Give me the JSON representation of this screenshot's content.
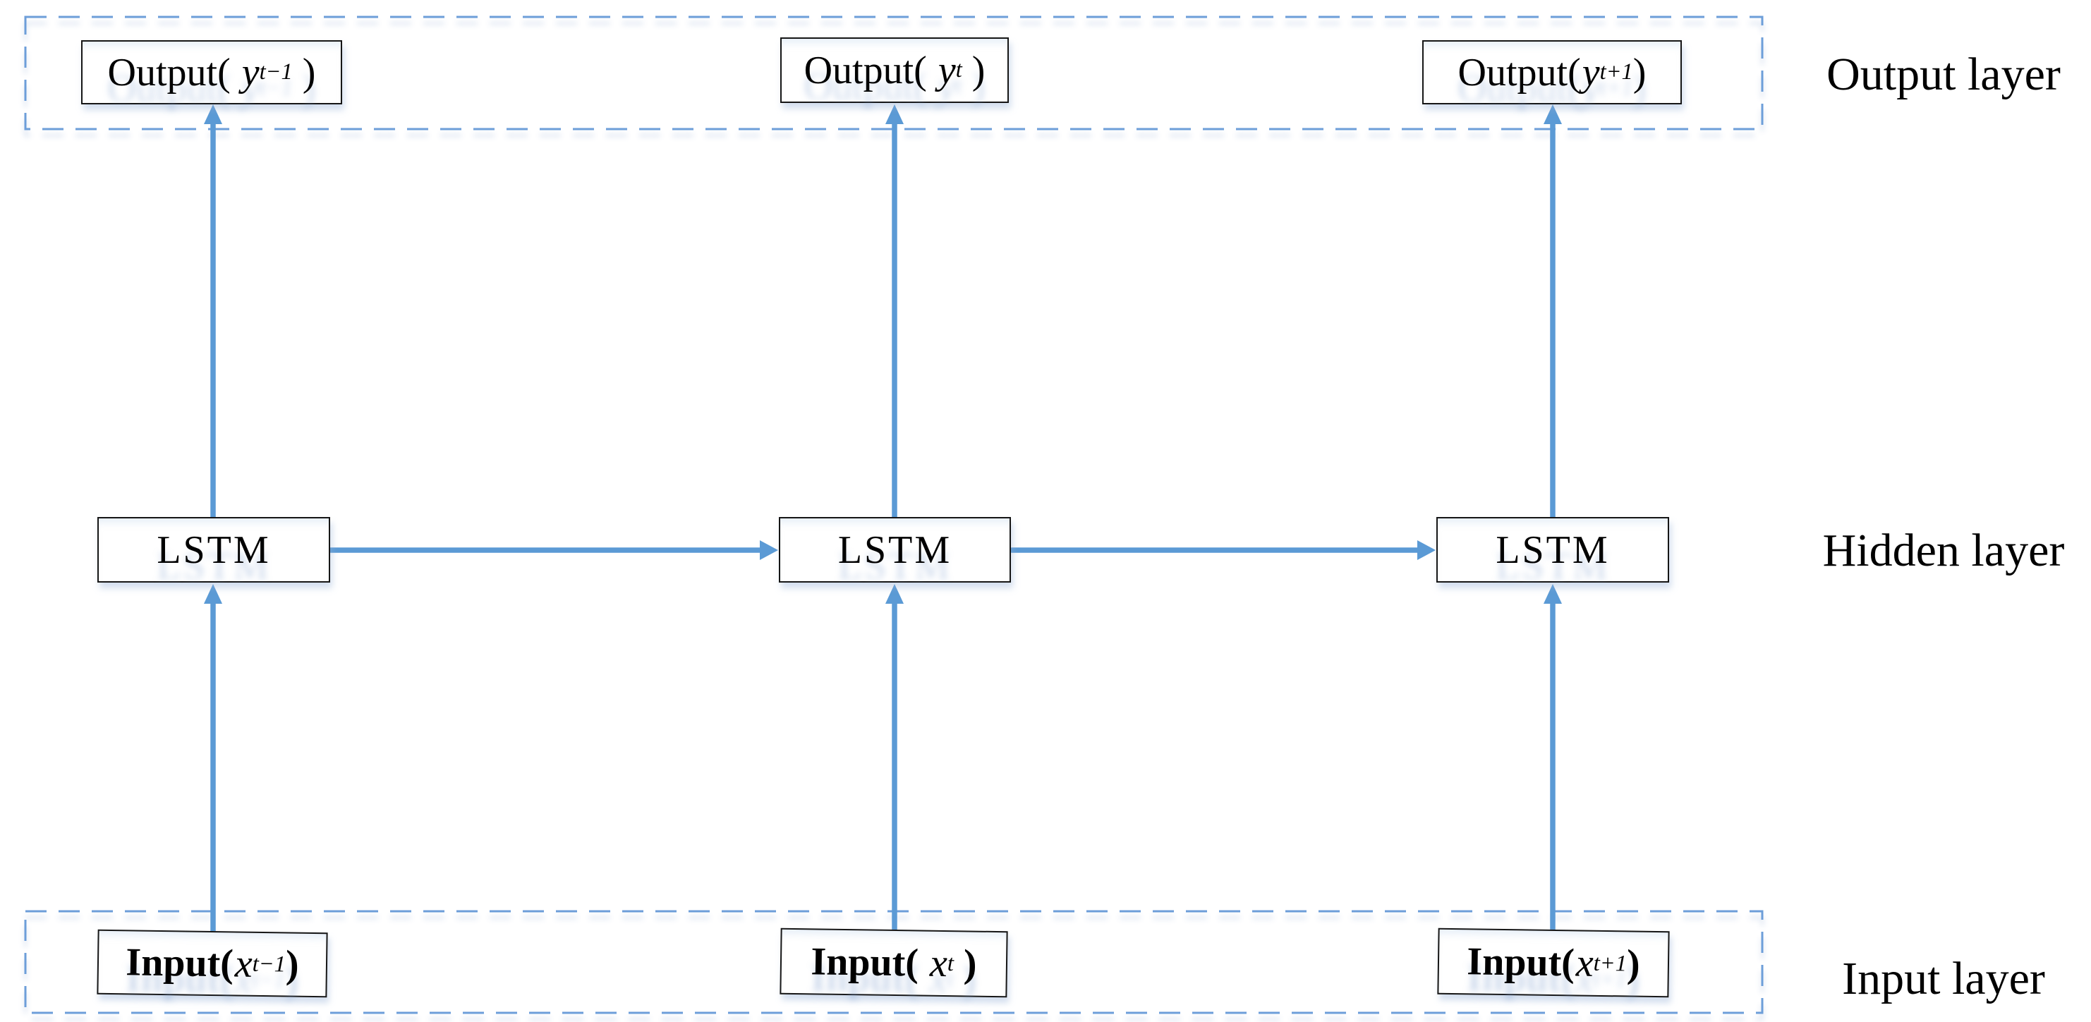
{
  "figure": {
    "kind": "diagram",
    "subject": "Unrolled LSTM recurrent neural network across time steps t-1, t, t+1",
    "colors": {
      "arrow_blue": "#5B9AD5",
      "boundary_dash_blue": "#6D9ED9",
      "node_border_black": "#161616",
      "background": "#FFFFFF"
    }
  },
  "layer_labels": {
    "output": "Output layer",
    "hidden": "Hidden layer",
    "input": "Input layer"
  },
  "nodes": {
    "output": [
      {
        "prefix": "Output( ",
        "var": "y",
        "sub": "t−1",
        "suffix": " )"
      },
      {
        "prefix": "Output( ",
        "var": "y",
        "sub": "t",
        "suffix": " )"
      },
      {
        "prefix": "Output(",
        "var": "y",
        "sub": "t+1",
        "suffix": ")"
      }
    ],
    "hidden": [
      {
        "label": "LSTM"
      },
      {
        "label": "LSTM"
      },
      {
        "label": "LSTM"
      }
    ],
    "input": [
      {
        "prefix": "Input(",
        "var": "x",
        "sub": "t−1",
        "suffix": ")"
      },
      {
        "prefix": "Input( ",
        "var": "x",
        "sub": "t",
        "suffix": " )"
      },
      {
        "prefix": "Input(",
        "var": "x",
        "sub": "t+1",
        "suffix": ")"
      }
    ]
  }
}
